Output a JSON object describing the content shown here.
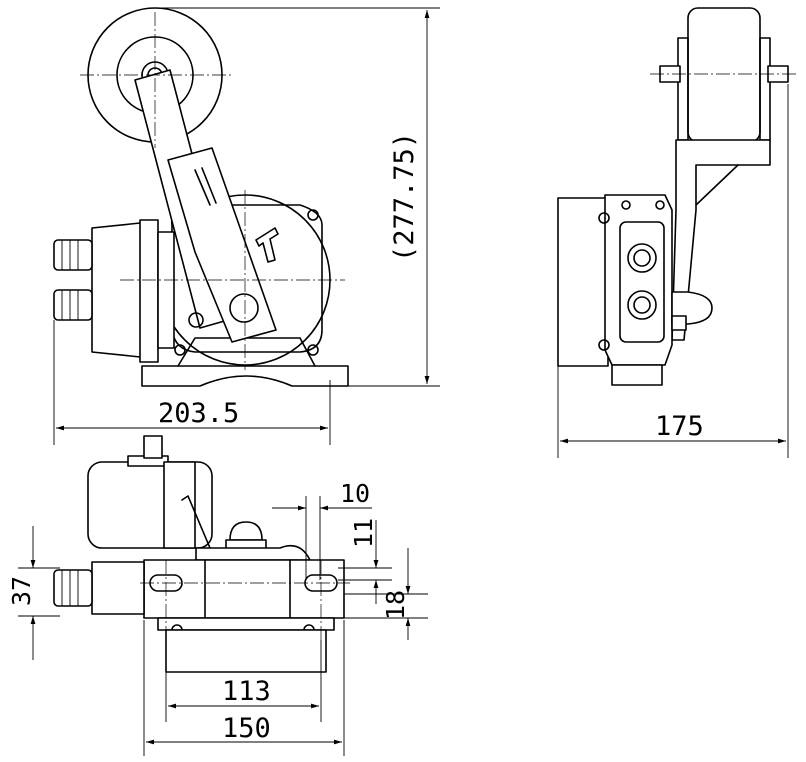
{
  "dimensions": {
    "height_overall": "(277.75)",
    "width_side": "203.5",
    "depth_front": "175",
    "slot_offset": "10",
    "slot_height": "11",
    "base_height": "37",
    "slot_width": "18",
    "hole_spacing": "113",
    "base_width": "150"
  }
}
